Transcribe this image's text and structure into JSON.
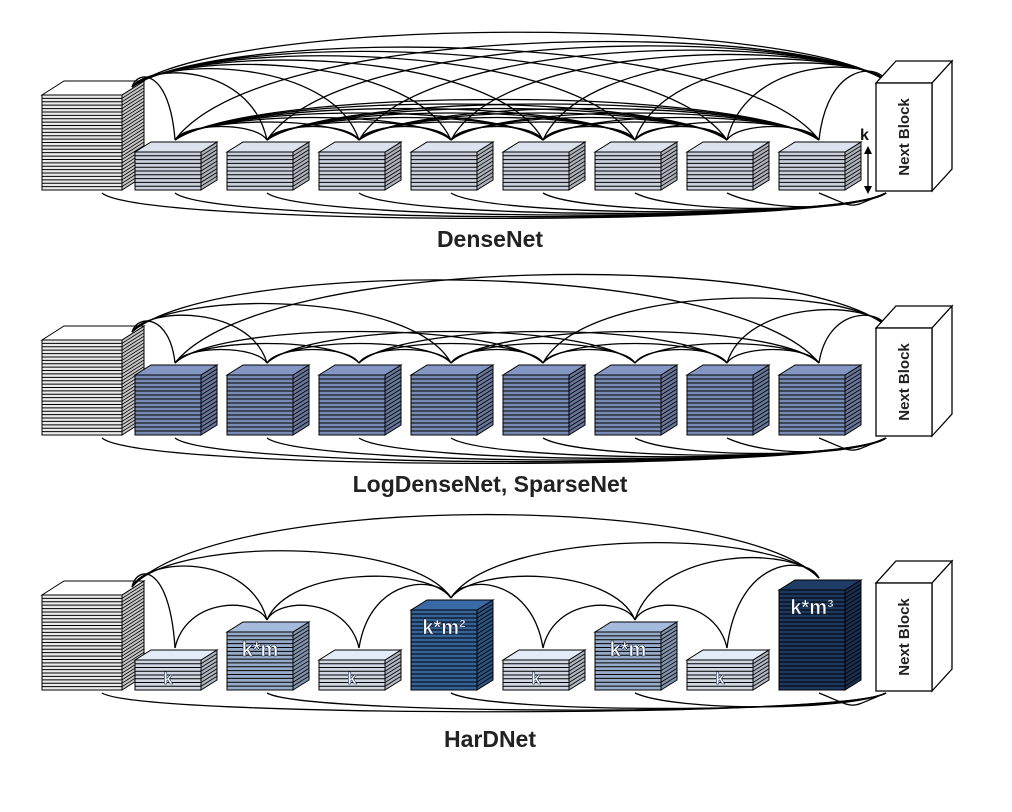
{
  "colors": {
    "input_stack": "#ffffff",
    "densenet_layer": "#dce3ef",
    "logdensenet_layer": "#8497c4",
    "harden_k": "#e3ebf7",
    "harden_km": "#a5bbdc",
    "harden_km2": "#3a6aa6",
    "harden_km3": "#1f3c66"
  },
  "panels": [
    {
      "id": "densenet",
      "caption": "DenseNet",
      "next_block": "Next Block",
      "growth_label": "k",
      "layers": [
        {
          "label": ""
        },
        {
          "label": ""
        },
        {
          "label": ""
        },
        {
          "label": ""
        },
        {
          "label": ""
        },
        {
          "label": ""
        },
        {
          "label": ""
        },
        {
          "label": ""
        }
      ]
    },
    {
      "id": "logdensenet",
      "caption": "LogDenseNet, SparseNet",
      "next_block": "Next Block",
      "layers": [
        {
          "label": ""
        },
        {
          "label": ""
        },
        {
          "label": ""
        },
        {
          "label": ""
        },
        {
          "label": ""
        },
        {
          "label": ""
        },
        {
          "label": ""
        },
        {
          "label": ""
        }
      ]
    },
    {
      "id": "hardnet",
      "caption": "HarDNet",
      "next_block": "Next Block",
      "layers": [
        {
          "label": "k"
        },
        {
          "label": "k*m"
        },
        {
          "label": "k"
        },
        {
          "label": "k*m²"
        },
        {
          "label": "k"
        },
        {
          "label": "k*m"
        },
        {
          "label": "k"
        },
        {
          "label": "k*m³"
        }
      ]
    }
  ]
}
